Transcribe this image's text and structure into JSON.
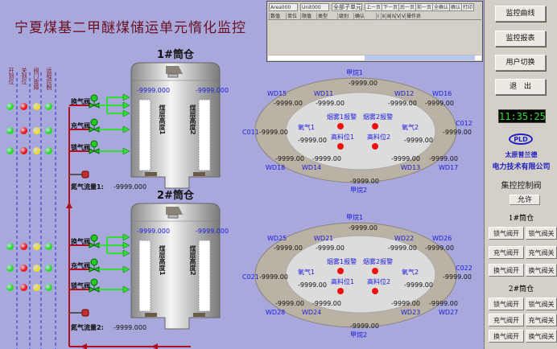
{
  "title": "宁夏煤基二甲醚煤储运单元惰化监控",
  "status_columns": [
    "开到位",
    "关到位",
    "阀门故障",
    "远程控制"
  ],
  "colors": {
    "green": "#22dd22",
    "red": "#ee1111",
    "yellow": "#eedd22",
    "pipe_red": "#b01020",
    "pipe_green": "#33dd33"
  },
  "silos": [
    {
      "title": "1#筒仓",
      "level1_value": "-9999.000",
      "level2_value": "-9999.000",
      "level1_label": "煤层高度1",
      "level2_label": "煤层高度2",
      "valves": [
        "换气阀",
        "充气阀",
        "锁气阀"
      ],
      "flow_label": "氮气流量1:",
      "flow_value": "-9999.000"
    },
    {
      "title": "2#筒仓",
      "level1_value": "-9999.000",
      "level2_value": "-9999.000",
      "level1_label": "煤层高度1",
      "level2_label": "煤层高度2",
      "valves": [
        "换气阀",
        "充气阀",
        "锁气阀"
      ],
      "flow_label": "氮气流量2:",
      "flow_value": "-9999.000"
    }
  ],
  "rings": [
    {
      "methane_top": "甲烷1",
      "methane_top_value": "-9999.00",
      "methane_bottom": "甲烷2",
      "methane_bottom_value": "-9999.00",
      "wd_top": [
        "WD15",
        "WD11",
        "WD12",
        "WD16"
      ],
      "wd_top_values": [
        "-9999.00",
        "-9999.00",
        "-9999.00",
        "-9999.00"
      ],
      "wd_bottom": [
        "WD18",
        "WD14",
        "WD13",
        "WD17"
      ],
      "wd_bottom_values": [
        "-9999.00",
        "-9999.00",
        "-9999.00",
        "-9999.00"
      ],
      "co_left": "C011",
      "co_left_value": "-9999.00",
      "co_right": "C012",
      "co_right_value": "-9999.00",
      "oxy1": "氧气1",
      "oxy1_value": "-9999.00",
      "oxy2": "氧气2",
      "oxy2_value": "-9999.00",
      "alarms": [
        "烟雾1报警",
        "烟雾2报警",
        "高料位1",
        "高料位2"
      ]
    },
    {
      "methane_top": "甲烷1",
      "methane_top_value": "-9999.00",
      "methane_bottom": "甲烷2",
      "methane_bottom_value": "-9999.00",
      "wd_top": [
        "WD25",
        "WD21",
        "WD22",
        "WD26"
      ],
      "wd_top_values": [
        "-9999.00",
        "-9999.00",
        "-9999.00",
        "-9999.00"
      ],
      "wd_bottom": [
        "WD28",
        "WD24",
        "WD23",
        "WD27"
      ],
      "wd_bottom_values": [
        "-9999.00",
        "-9999.00",
        "-9999.00",
        "-9999.00"
      ],
      "co_left": "C021",
      "co_left_value": "-9999.00",
      "co_right": "C022",
      "co_right_value": "-9999.00",
      "oxy1": "氧气1",
      "oxy1_value": "-9999.00",
      "oxy2": "氧气2",
      "oxy2_value": "-9999.00",
      "alarms": [
        "烟雾1报警",
        "烟雾2报警",
        "高料位1",
        "高料位2"
      ]
    }
  ],
  "alarm_table": {
    "area": "Area000",
    "unit": "Unit000",
    "subunit": "全部子单元",
    "buttons": [
      "上一页",
      "下一页",
      "后一页",
      "前一页",
      "全确认",
      "确认",
      "打印"
    ],
    "columns": [
      "数值",
      "单位",
      "限值",
      "类型",
      "级别",
      "确认",
      "Ⅰ",
      "Ⅱ",
      "Ⅲ",
      "Ⅳ",
      "Ⅴ",
      "Ⅵ",
      "操作员"
    ]
  },
  "right_panel": {
    "nav_buttons": [
      "监控曲线",
      "监控报表",
      "用户切换",
      "退　出"
    ],
    "clock": "11:35:25",
    "logo": "PLD",
    "company_line1": "太原普兰德",
    "company_line2": "电力技术有限公司",
    "control_title": "集控控制阀",
    "allow_button": "允许",
    "groups": [
      {
        "title": "1#筒仓",
        "buttons": [
          [
            "锁气阀开",
            "锁气阀关"
          ],
          [
            "充气阀开",
            "充气阀关"
          ],
          [
            "换气阀开",
            "换气阀关"
          ]
        ]
      },
      {
        "title": "2#筒仓",
        "buttons": [
          [
            "锁气阀开",
            "锁气阀关"
          ],
          [
            "充气阀开",
            "充气阀关"
          ],
          [
            "换气阀开",
            "换气阀关"
          ]
        ]
      }
    ]
  }
}
